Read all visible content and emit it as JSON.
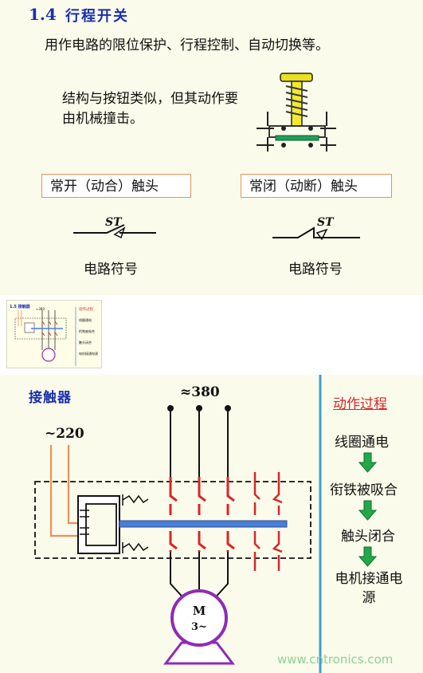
{
  "section": {
    "number": "1.4",
    "title": "行程开关"
  },
  "intro": "用作电路的限位保护、行程控制、自动切换等。",
  "description": "结构与按钮类似，但其动作要由机械撞击。",
  "contacts": {
    "normally_open": {
      "label": "常开（动合）触头",
      "symbol": "ST",
      "caption": "电路符号"
    },
    "normally_closed": {
      "label": "常闭（动断）触头",
      "symbol": "ST",
      "caption": "电路符号"
    }
  },
  "thumbnail": {
    "header": "1.5  接触器",
    "voltage": "≈380",
    "process_title": "动作过程",
    "steps": [
      "线圈通电",
      "衔铁被吸合",
      "触头闭合",
      "电机接通电源"
    ]
  },
  "contactor": {
    "title": "接触器",
    "control_voltage": "~220",
    "supply_voltage": "≈380",
    "motor": {
      "line1": "M",
      "line2": "3~"
    }
  },
  "process": {
    "title": "动作过程",
    "steps": [
      "线圈通电",
      "衔铁被吸合",
      "触头闭合",
      "电机接通电源"
    ]
  },
  "watermark": "www.cntronics.com",
  "colors": {
    "heading": "#1a2fb0",
    "red_contacts": "#d8262b",
    "control_wires": "#e9905a",
    "motor": "#8e2bb8",
    "armature": "#4a7fd6",
    "arrow": "#22a84a",
    "divider": "#3aa0d8"
  }
}
